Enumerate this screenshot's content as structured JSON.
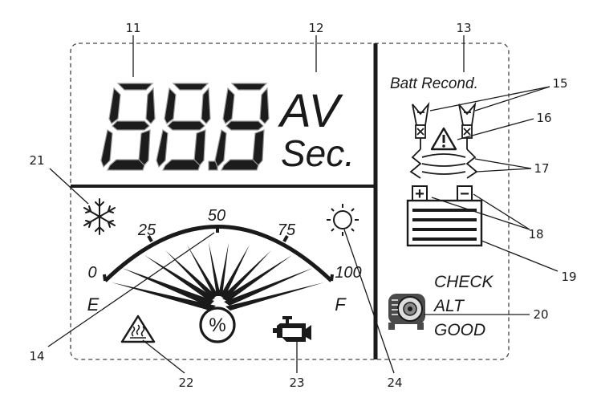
{
  "callouts": {
    "c11": "11",
    "c12": "12",
    "c13": "13",
    "c14": "14",
    "c15": "15",
    "c16": "16",
    "c17": "17",
    "c18": "18",
    "c19": "19",
    "c20": "20",
    "c21": "21",
    "c22": "22",
    "c23": "23",
    "c24": "24"
  },
  "display": {
    "units": "AV",
    "seconds": "Sec.",
    "mode_label": "Batt Recond.",
    "gauge_ticks": [
      "0",
      "25",
      "50",
      "75",
      "100"
    ],
    "gauge_empty": "E",
    "gauge_full": "F",
    "percent_symbol": "%",
    "alt_check": "CHECK",
    "alt": "ALT",
    "alt_good": "GOOD",
    "battery_plus": "+",
    "battery_minus": "−"
  },
  "icons": {
    "snowflake": "snowflake-icon",
    "sun": "sun-icon",
    "hot_surface": "hot-surface-warning-icon",
    "engine": "check-engine-icon",
    "clamps": "battery-clamps-icon",
    "warning": "warning-triangle-icon",
    "spark": "spark-icon",
    "battery": "battery-icon",
    "alternator": "alternator-icon"
  },
  "colors": {
    "ink": "#1a1a1a",
    "segment_edge": "#9a9a9a",
    "background": "#ffffff"
  }
}
